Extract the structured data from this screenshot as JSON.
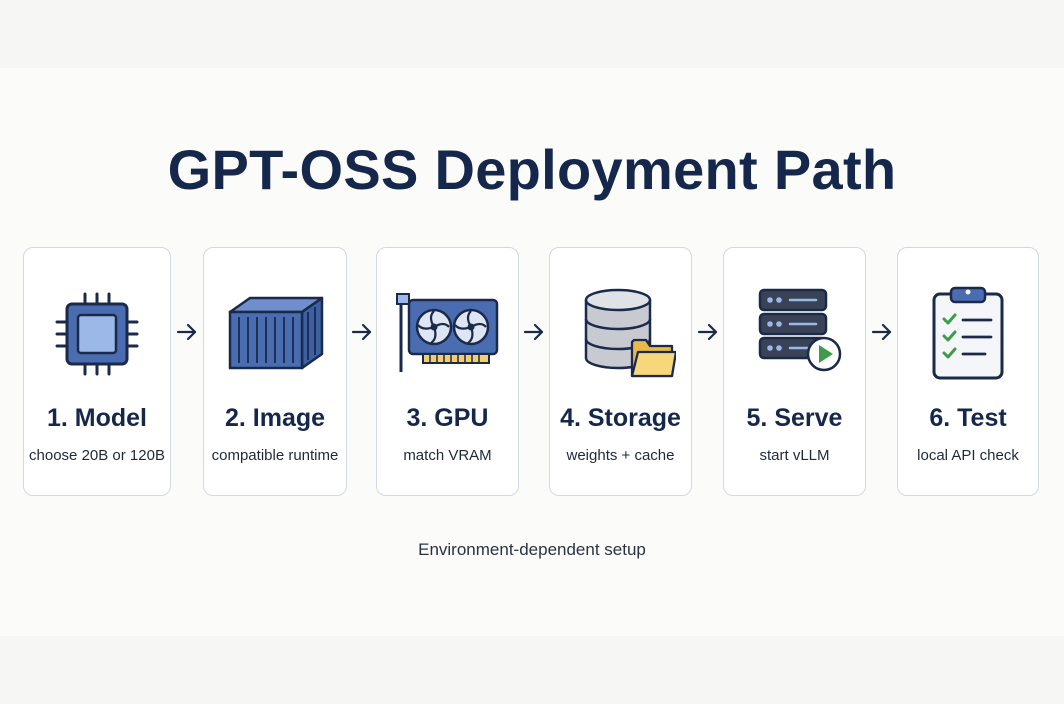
{
  "title": "GPT-OSS Deployment Path",
  "steps": [
    {
      "label": "1. Model",
      "desc": "choose 20B or 120B",
      "icon": "cpu-chip-icon"
    },
    {
      "label": "2. Image",
      "desc": "compatible runtime",
      "icon": "container-icon"
    },
    {
      "label": "3. GPU",
      "desc": "match VRAM",
      "icon": "gpu-card-icon"
    },
    {
      "label": "4. Storage",
      "desc": "weights + cache",
      "icon": "database-folder-icon"
    },
    {
      "label": "5. Serve",
      "desc": "start vLLM",
      "icon": "server-play-icon"
    },
    {
      "label": "6. Test",
      "desc": "local API check",
      "icon": "clipboard-checklist-icon"
    }
  ],
  "connector_icon": "arrow-right-icon",
  "footer": "Environment-dependent setup",
  "colors": {
    "title": "#15284b",
    "icon_outline": "#1b2a4a",
    "icon_fill_blue": "#4a6cb0",
    "icon_fill_light": "#9bb8e8",
    "folder_yellow": "#f2cf6b",
    "check_green": "#3f9a4a",
    "card_border": "#d3d9e2"
  }
}
